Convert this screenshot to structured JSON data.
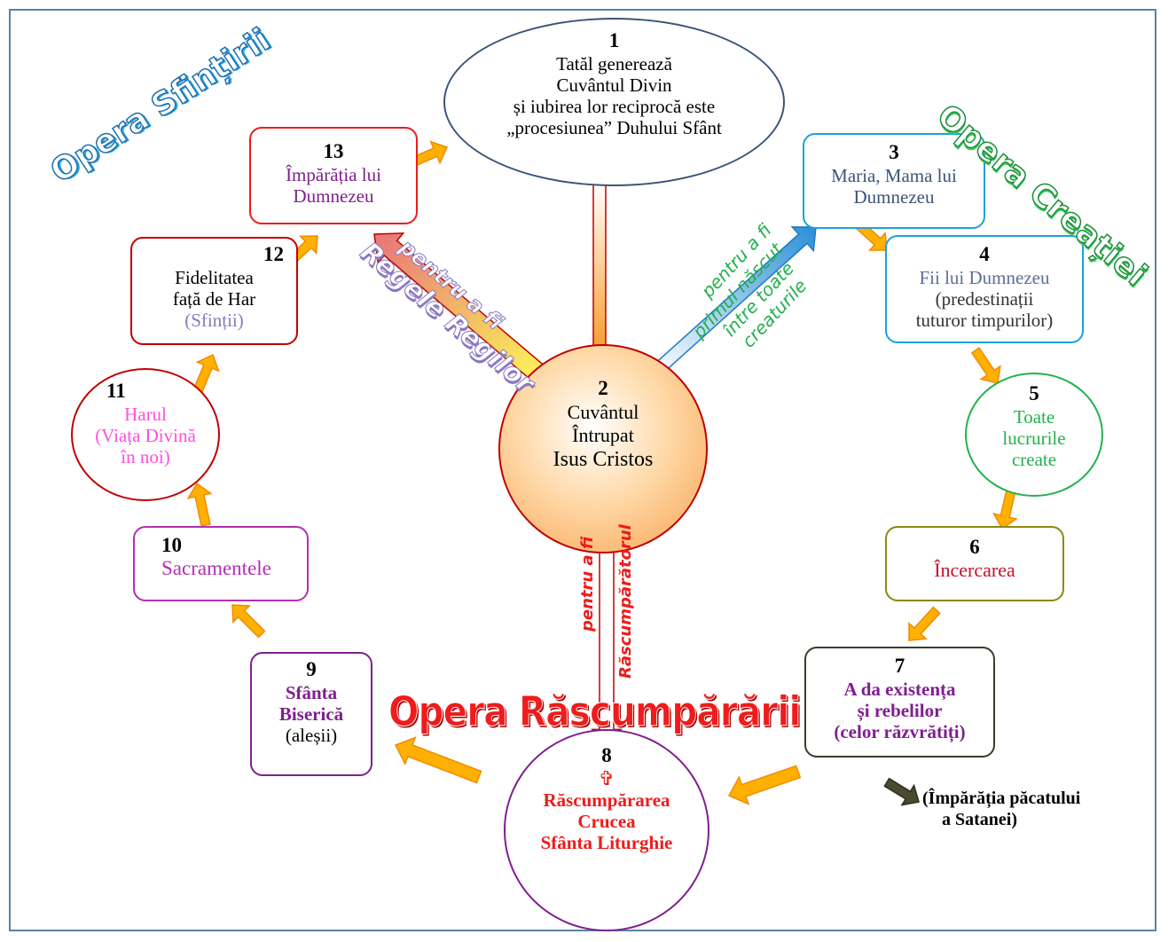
{
  "titles": {
    "sfintire": "Opera Sfințirii",
    "creatie": "Opera Creației",
    "rascumparare": "Opera Răscumpărării"
  },
  "nodes": {
    "n1": {
      "number": "1",
      "lines": [
        "Tatăl generează",
        "Cuvântul  Divin",
        "și iubirea lor reciprocă este",
        "„procesiunea” Duhului Sfânt"
      ]
    },
    "n2": {
      "number": "2",
      "lines": [
        "Cuvântul",
        "Întrupat",
        "Isus Cristos"
      ]
    },
    "n3": {
      "number": "3",
      "lines": [
        "Maria, Mama lui",
        "Dumnezeu"
      ]
    },
    "n4": {
      "number": "4",
      "lines": [
        "Fii lui  Dumnezeu",
        "(predestinații",
        "tuturor timpurilor)"
      ]
    },
    "n5": {
      "number": "5",
      "lines": [
        "Toate",
        "lucrurile",
        "create"
      ]
    },
    "n6": {
      "number": "6",
      "lines": [
        "Încercarea"
      ]
    },
    "n7": {
      "number": "7",
      "lines": [
        "A da existența",
        "și rebelilor",
        "(celor răzvrătiți)"
      ]
    },
    "n8": {
      "number": "8",
      "cross": "✞",
      "lines": [
        "Răscumpărarea",
        "Crucea",
        "Sfânta Liturghie"
      ]
    },
    "n9": {
      "number": "9",
      "lines": [
        "Sfânta",
        "Biserică",
        "(aleșii)"
      ]
    },
    "n10": {
      "number": "10",
      "lines": [
        "Sacramentele"
      ]
    },
    "n11": {
      "number": "11",
      "lines": [
        "Harul",
        "(Viața Divină",
        "în noi)"
      ]
    },
    "n12": {
      "number": "12",
      "lines": [
        "Fidelitatea",
        "față de Har",
        "(Sfinții)"
      ]
    },
    "n13": {
      "number": "13",
      "lines": [
        "Împărăția lui",
        "Dumnezeu"
      ]
    }
  },
  "side_note": {
    "lines": [
      "(Împărăția păcatului",
      "a Satanei)"
    ]
  },
  "arrow_labels": {
    "rege": {
      "line1": "pentru a fi",
      "line2": "Regele  Regilor"
    },
    "primul": {
      "line1": "pentru a fi",
      "line2": "primul născut",
      "line3": "între  toate",
      "line4": "creaturile"
    },
    "rascumparator": {
      "line1": "pentru a fi",
      "line2": "Răscumpărătorul"
    }
  },
  "colors": {
    "frame": "#5f7fa0",
    "node1_border": "#3b5577",
    "creation_blue": "#1aa3d9",
    "creation_green": "#22b14c",
    "sanctify_red": "#c00000",
    "sacrament_purple": "#b32fb5",
    "church_purple": "#7f1f8f",
    "trial_olive": "#8a8a10",
    "rebel_dark": "#3f3a2a",
    "redemption_red": "#ee1c1c",
    "arrow_orange": "#ffb000",
    "rege_label": "#8a78c0",
    "primul_label": "#22b14c"
  }
}
